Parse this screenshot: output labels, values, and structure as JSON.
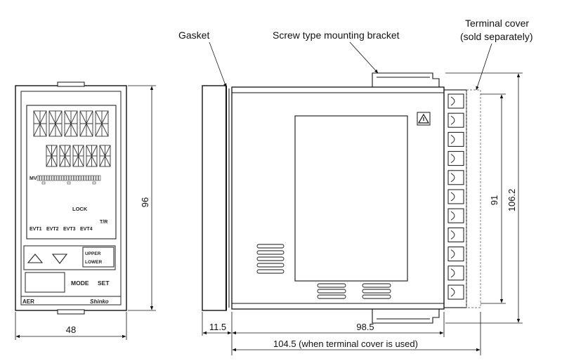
{
  "callouts": {
    "gasket": "Gasket",
    "bracket": "Screw type mounting bracket",
    "terminal_cover_line1": "Terminal cover",
    "terminal_cover_line2": "(sold separately)"
  },
  "front_panel": {
    "mv_label": "MV",
    "lock_label": "LOCK",
    "tr_label": "T/R",
    "events": [
      "EVT1",
      "EVT2",
      "EVT3",
      "EVT4"
    ],
    "upper_label": "UPPER",
    "lower_label": "LOWER",
    "mode_label": "MODE",
    "set_label": "SET",
    "model": "AER",
    "brand": "Shinko",
    "pv_digits": "88888",
    "sv_digits": "88888"
  },
  "dimensions": {
    "front_width": "48",
    "front_height": "96",
    "gasket_depth": "11.5",
    "body_depth": "98.5",
    "total_depth": "104.5 (when terminal cover is used)",
    "terminal_height": "91",
    "overall_height": "106.2"
  }
}
